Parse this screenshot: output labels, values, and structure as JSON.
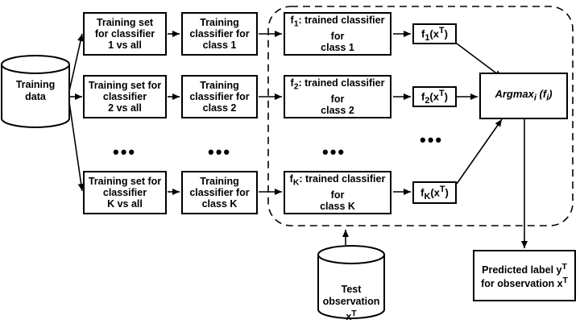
{
  "training_data": {
    "line1": "Training",
    "line2": "data"
  },
  "rows": [
    {
      "train_set": [
        "Training set",
        "for classifier",
        "1 vs all"
      ],
      "train_clf": [
        "Training",
        "classifier for",
        "class 1"
      ],
      "trained": {
        "f_sub": "1",
        "rest": ": trained classifier",
        "line2": "for",
        "line3": "class 1"
      },
      "output": {
        "f_sub": "1"
      }
    },
    {
      "train_set": [
        "Training set for",
        "classifier",
        "2 vs all"
      ],
      "train_clf": [
        "Training",
        "classifier for",
        "class 2"
      ],
      "trained": {
        "f_sub": "2",
        "rest": ": trained classifier",
        "line2": "for",
        "line3": "class 2"
      },
      "output": {
        "f_sub": "2"
      }
    },
    {
      "train_set": [
        "Training set for",
        "classifier",
        "K vs all"
      ],
      "train_clf": [
        "Training",
        "classifier for",
        "class K"
      ],
      "trained": {
        "f_sub": "K",
        "rest": ": trained classifier",
        "line2": "for",
        "line3": "class K"
      },
      "output": {
        "f_sub": "K"
      }
    }
  ],
  "ellipsis": "•••",
  "output_fn": {
    "base": "f",
    "arg": "(x",
    "sup": "T",
    "close": ")"
  },
  "argmax": {
    "text": "Argmax",
    "sub": "i",
    "arg": "(f",
    "arg_sub": "i",
    "close": ")"
  },
  "test_obs": {
    "line1": "Test",
    "line2": "observation x",
    "sup": "T"
  },
  "predicted": {
    "line1": "Predicted label y",
    "sup1": "T",
    "line2": "for observation x",
    "sup2": "T"
  }
}
